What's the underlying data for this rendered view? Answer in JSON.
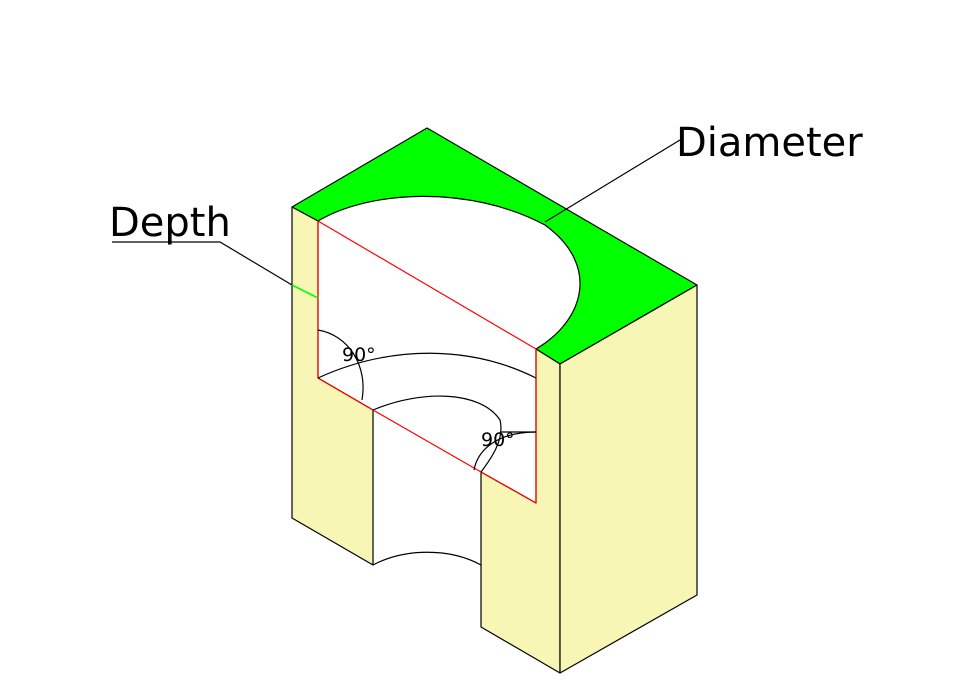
{
  "labels": {
    "depth": "Depth",
    "diameter": "Diameter",
    "angle_upper": "90°",
    "angle_lower": "90°"
  },
  "colors": {
    "top_face": "#00ff00",
    "side_face": "#f8f6b4",
    "section_line": "#ff0000",
    "outline": "#000000",
    "background": "#ffffff"
  }
}
